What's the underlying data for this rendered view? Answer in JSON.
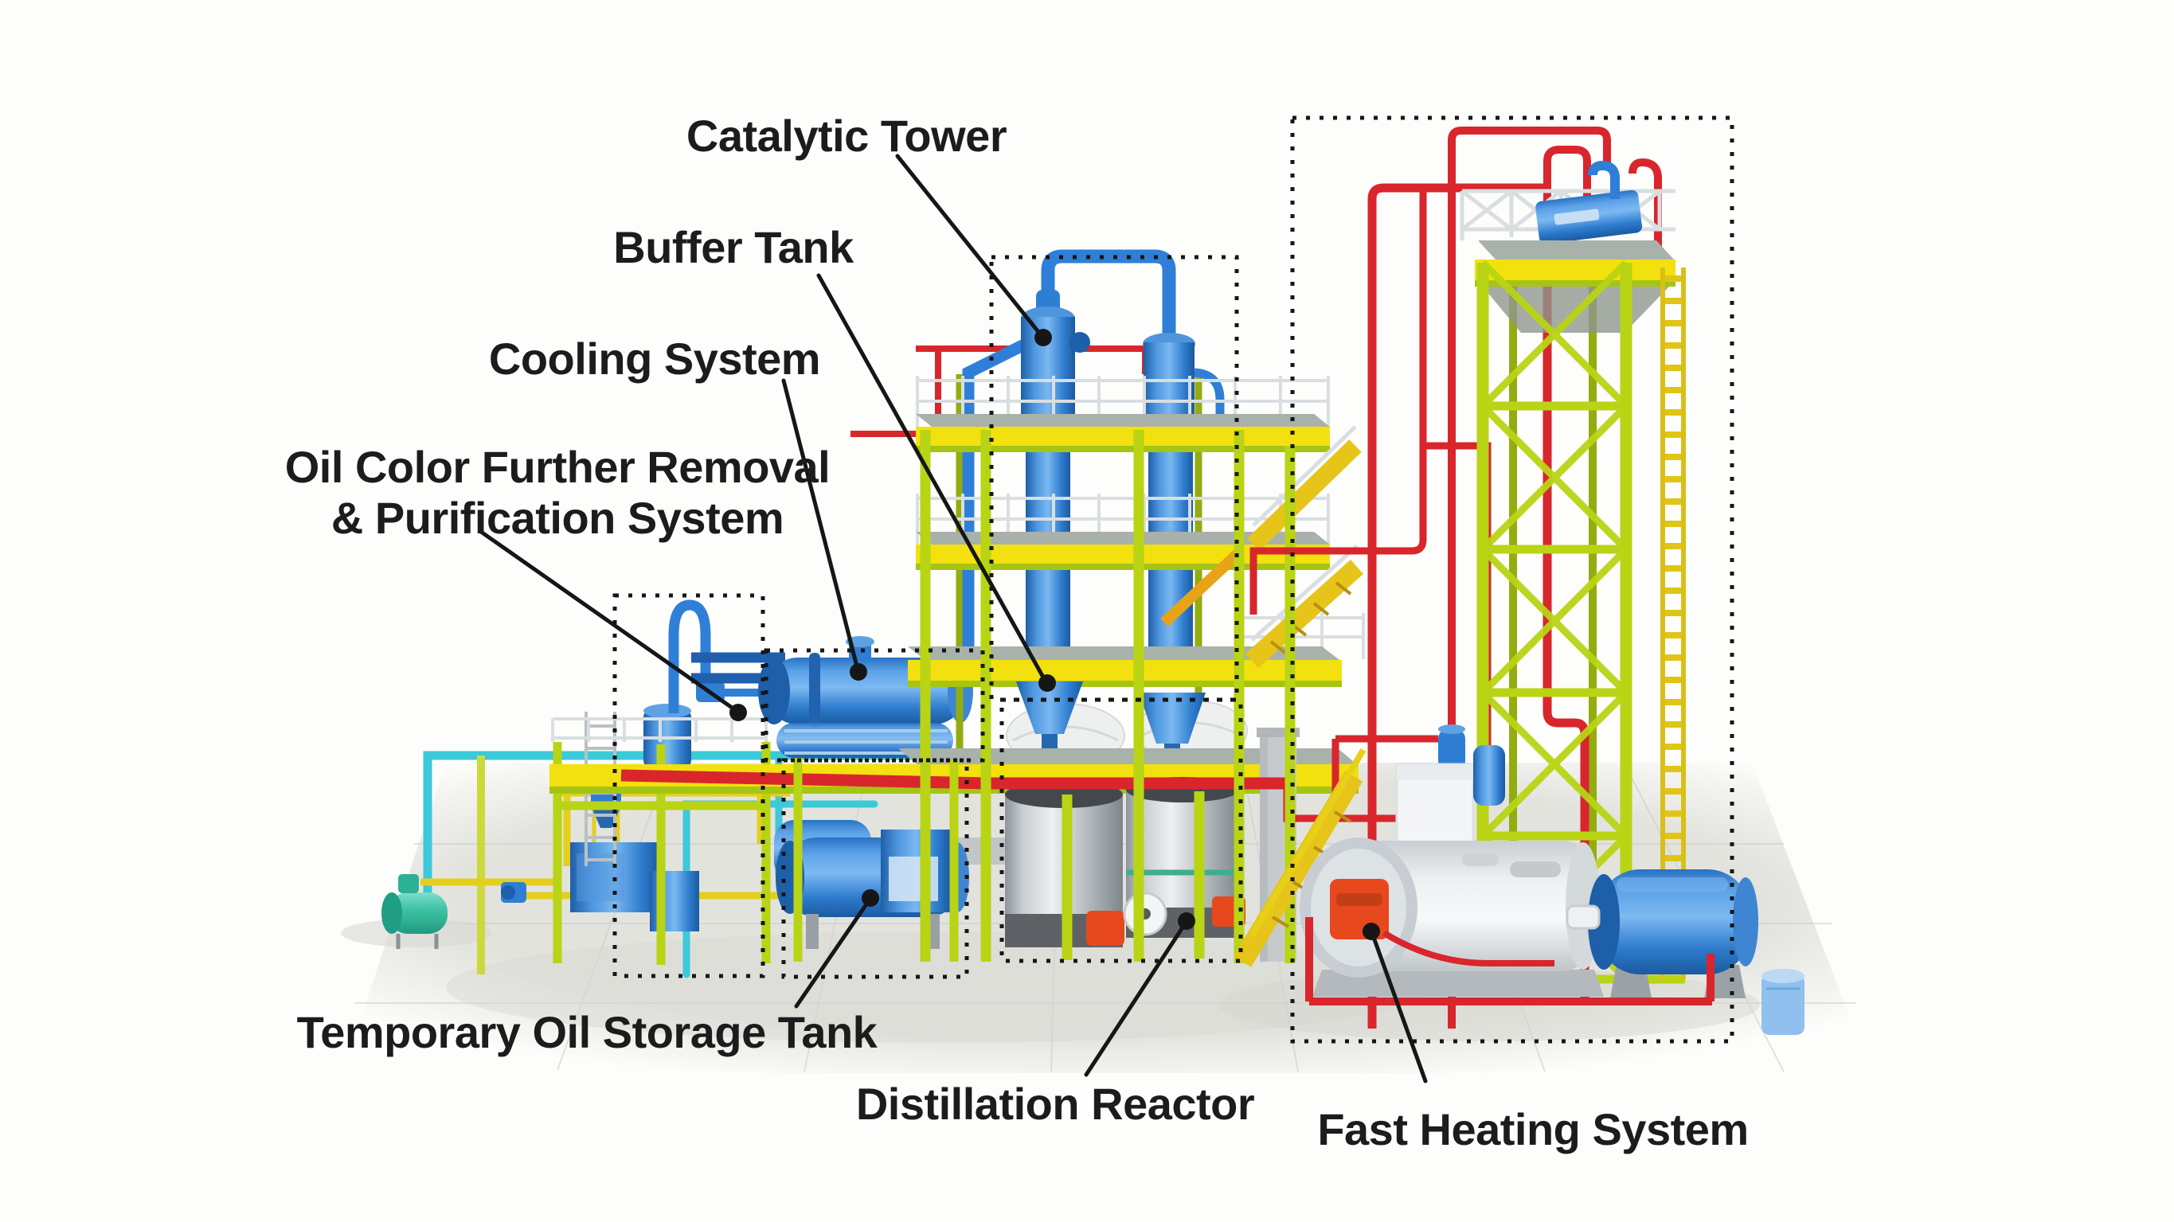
{
  "labels": {
    "catalytic_tower": "Catalytic Tower",
    "buffer_tank": "Buffer Tank",
    "cooling_system": "Cooling System",
    "oil_color_line1": "Oil Color Further Removal",
    "oil_color_line2": "& Purification System",
    "temporary_oil_storage_tank": "Temporary Oil Storage Tank",
    "distillation_reactor": "Distillation Reactor",
    "fast_heating_system": "Fast Heating System"
  },
  "colors": {
    "label_ink": "#1c1c1c",
    "outline_ink": "#161616",
    "background": "#fdfdfb",
    "frame_lime": "#b8d414",
    "frame_lime_dark": "#93ac10",
    "platform_yellow": "#f2e10e",
    "stair_yellow": "#e7c41a",
    "equipment_blue": "#2e7fd4",
    "pipe_blue": "#2f7fd8",
    "pipe_darkblue": "#1f5fae",
    "pipe_red": "#d8262c",
    "pipe_cyan": "#3cc9d9",
    "pipe_yellow": "#e4cf1c",
    "railing_white": "#d9dee1",
    "burner_red": "#e8481e",
    "teal_tank": "#3fc3a4",
    "steel_gray": "#b4bac0",
    "boiler_white": "#eef0f2"
  }
}
